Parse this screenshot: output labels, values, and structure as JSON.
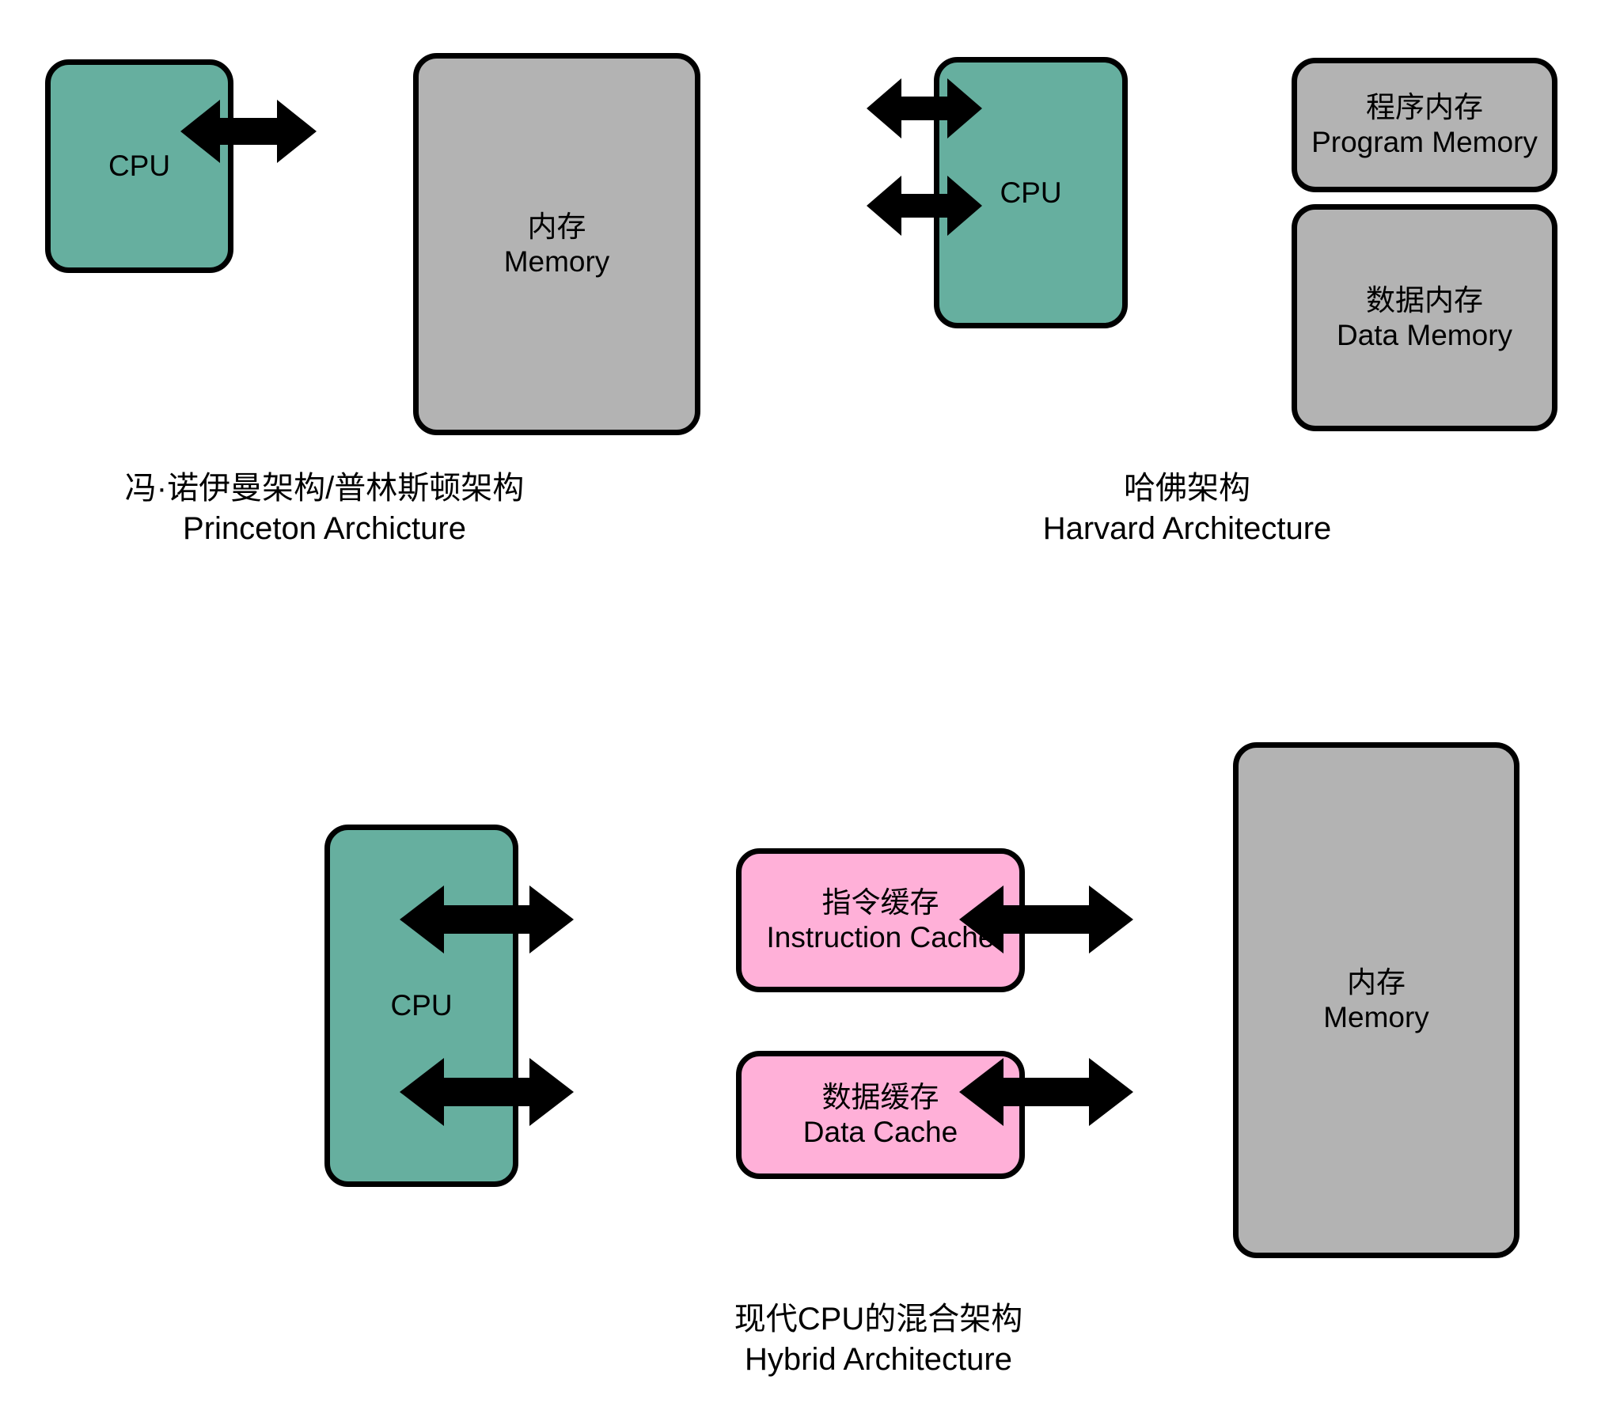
{
  "figure": {
    "title_cn": "",
    "palette": {
      "cpu_fill": "#66af9f",
      "memory_fill": "#b3b3b3",
      "cache_fill": "#ffb0d8",
      "stroke": "#000000",
      "background": "#ffffff"
    }
  },
  "diagrams": [
    {
      "id": "princeton",
      "caption": {
        "line_cn": "冯·诺伊曼架构/普林斯顿架构",
        "line_en": "Princeton Archicture"
      },
      "nodes": {
        "cpu": {
          "label_en": "CPU"
        },
        "memory": {
          "label_cn": "内存",
          "label_en": "Memory"
        }
      },
      "connections": [
        {
          "from": "cpu",
          "to": "memory",
          "kind": "bidirectional"
        }
      ]
    },
    {
      "id": "harvard",
      "caption": {
        "line_cn": "哈佛架构",
        "line_en": "Harvard Architecture"
      },
      "nodes": {
        "cpu": {
          "label_en": "CPU"
        },
        "program_memory": {
          "label_cn": "程序内存",
          "label_en": "Program Memory"
        },
        "data_memory": {
          "label_cn": "数据内存",
          "label_en": "Data Memory"
        }
      },
      "connections": [
        {
          "from": "cpu",
          "to": "program_memory",
          "kind": "bidirectional"
        },
        {
          "from": "cpu",
          "to": "data_memory",
          "kind": "bidirectional"
        }
      ]
    },
    {
      "id": "hybrid",
      "caption": {
        "line_cn": "现代CPU的混合架构",
        "line_en": "Hybrid Architecture"
      },
      "nodes": {
        "cpu": {
          "label_en": "CPU"
        },
        "instruction_cache": {
          "label_cn": "指令缓存",
          "label_en": "Instruction Cache"
        },
        "data_cache": {
          "label_cn": "数据缓存",
          "label_en": "Data Cache"
        },
        "memory": {
          "label_cn": "内存",
          "label_en": "Memory"
        }
      },
      "connections": [
        {
          "from": "cpu",
          "to": "instruction_cache",
          "kind": "bidirectional"
        },
        {
          "from": "instruction_cache",
          "to": "memory",
          "kind": "bidirectional"
        },
        {
          "from": "cpu",
          "to": "data_cache",
          "kind": "bidirectional"
        },
        {
          "from": "data_cache",
          "to": "memory",
          "kind": "bidirectional"
        }
      ]
    }
  ]
}
